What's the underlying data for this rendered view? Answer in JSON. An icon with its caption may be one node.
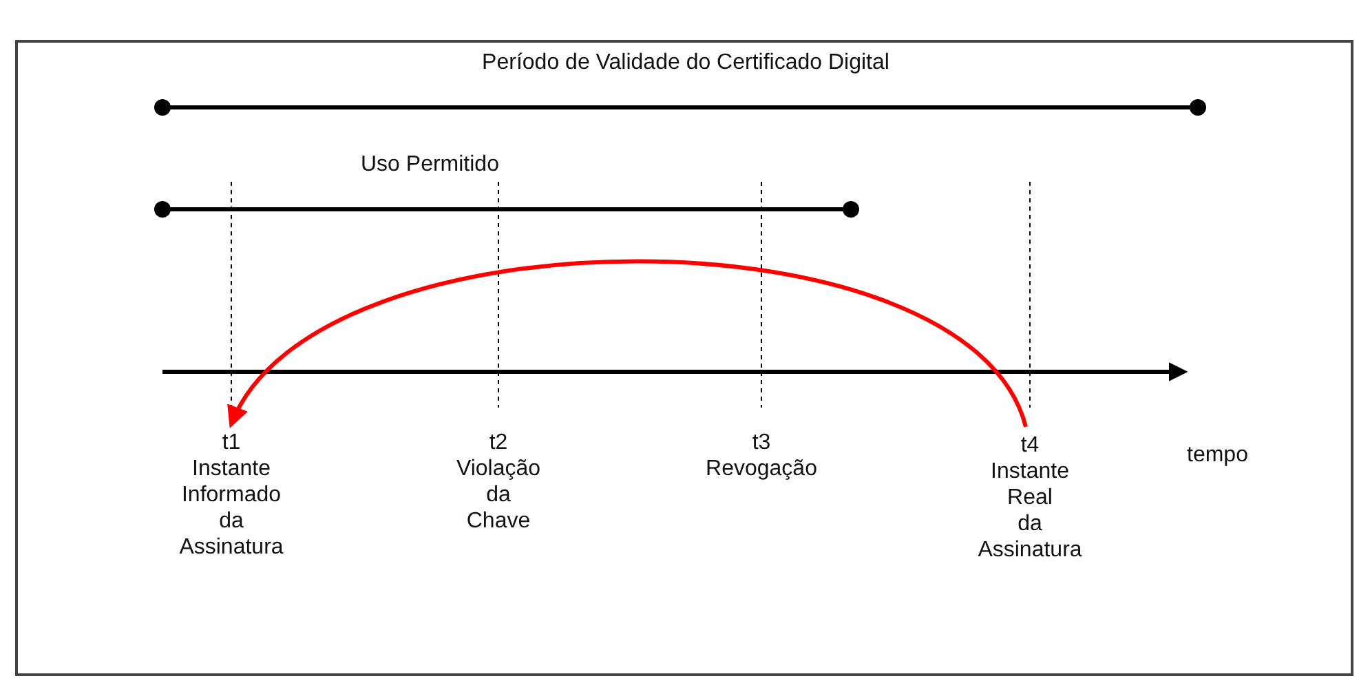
{
  "diagram": {
    "nodes": [
      {
        "text": [
          "t1",
          "Instante Informado da Assinatura"
        ]
      },
      {
        "text": [
          "t2",
          "Violação da Chave"
        ]
      },
      {
        "text": [
          "t3",
          "Revogação"
        ]
      },
      {
        "text": [
          "t4",
          "Instante Real da Assinatura"
        ]
      }
    ],
    "edges": [
      {
        "from": 3,
        "to": 0,
        "arrow": "to",
        "color": "#ff0000"
      }
    ],
    "labels": [
      "Período de Validade do Certificado Digital",
      "Uso Permitido",
      "tempo"
    ]
  }
}
